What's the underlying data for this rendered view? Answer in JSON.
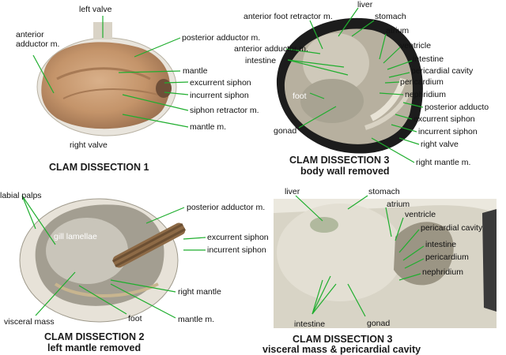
{
  "panels": {
    "p1": {
      "caption": "CLAM DISSECTION 1",
      "labels": {
        "left_valve": "left valve",
        "anterior_adductor": "anterior\nadductor m.",
        "posterior_adductor": "posterior adductor m.",
        "mantle": "mantle",
        "excurrent_siphon": "excurrent siphon",
        "incurrent_siphon": "incurrent siphon",
        "siphon_retractor": "siphon retractor m.",
        "mantle_m": "mantle m.",
        "right_valve": "right valve"
      }
    },
    "p2": {
      "caption_line1": "CLAM DISSECTION 2",
      "caption_line2": "left mantle removed",
      "labels": {
        "labial_palps": "labial palps",
        "gill_lamellae": "gill lamellae",
        "posterior_adductor": "posterior adductor m.",
        "excurrent_siphon": "excurrent siphon",
        "incurrent_siphon": "incurrent siphon",
        "right_mantle": "right mantle",
        "visceral_mass": "visceral mass",
        "foot": "foot",
        "mantle_m": "mantle m."
      }
    },
    "p3a": {
      "caption_line1": "CLAM DISSECTION 3",
      "caption_line2": "body wall  removed",
      "labels": {
        "liver": "liver",
        "anterior_foot_retractor": "anterior foot retractor m.",
        "stomach": "stomach",
        "anterior_adductor": "anterior adductor m.",
        "atrium": "atrium",
        "ventricle": "ventricle",
        "intestine_left": "intestine",
        "intestine_right": "intestine",
        "pericardial_cavity": "pericardial cavity",
        "pericardium": "pericardium",
        "nephridium": "nephridium",
        "foot": "foot",
        "posterior_adductor": "posterior adducto",
        "excurrent_siphon": "excurrent siphon",
        "incurrent_siphon": "incurrent siphon",
        "gonad": "gonad",
        "right_valve": "right valve",
        "right_mantle": "right mantle m."
      }
    },
    "p3b": {
      "caption_line1": "CLAM DISSECTION 3",
      "caption_line2": "visceral mass & pericardial cavity",
      "labels": {
        "liver": "liver",
        "stomach": "stomach",
        "atrium": "atrium",
        "ventricle": "ventricle",
        "pericardial_cavity": "pericardial cavity",
        "intestine_right": "intestine",
        "pericardium": "pericardium",
        "nephridium": "nephridium",
        "intestine_bottom": "intestine",
        "gonad": "gonad"
      }
    }
  },
  "colors": {
    "leader_line": "#1fae2e",
    "clam_tissue": "#c79a72",
    "shell": "#e6e0d4",
    "grey_tissue": "#b9b3a4"
  }
}
